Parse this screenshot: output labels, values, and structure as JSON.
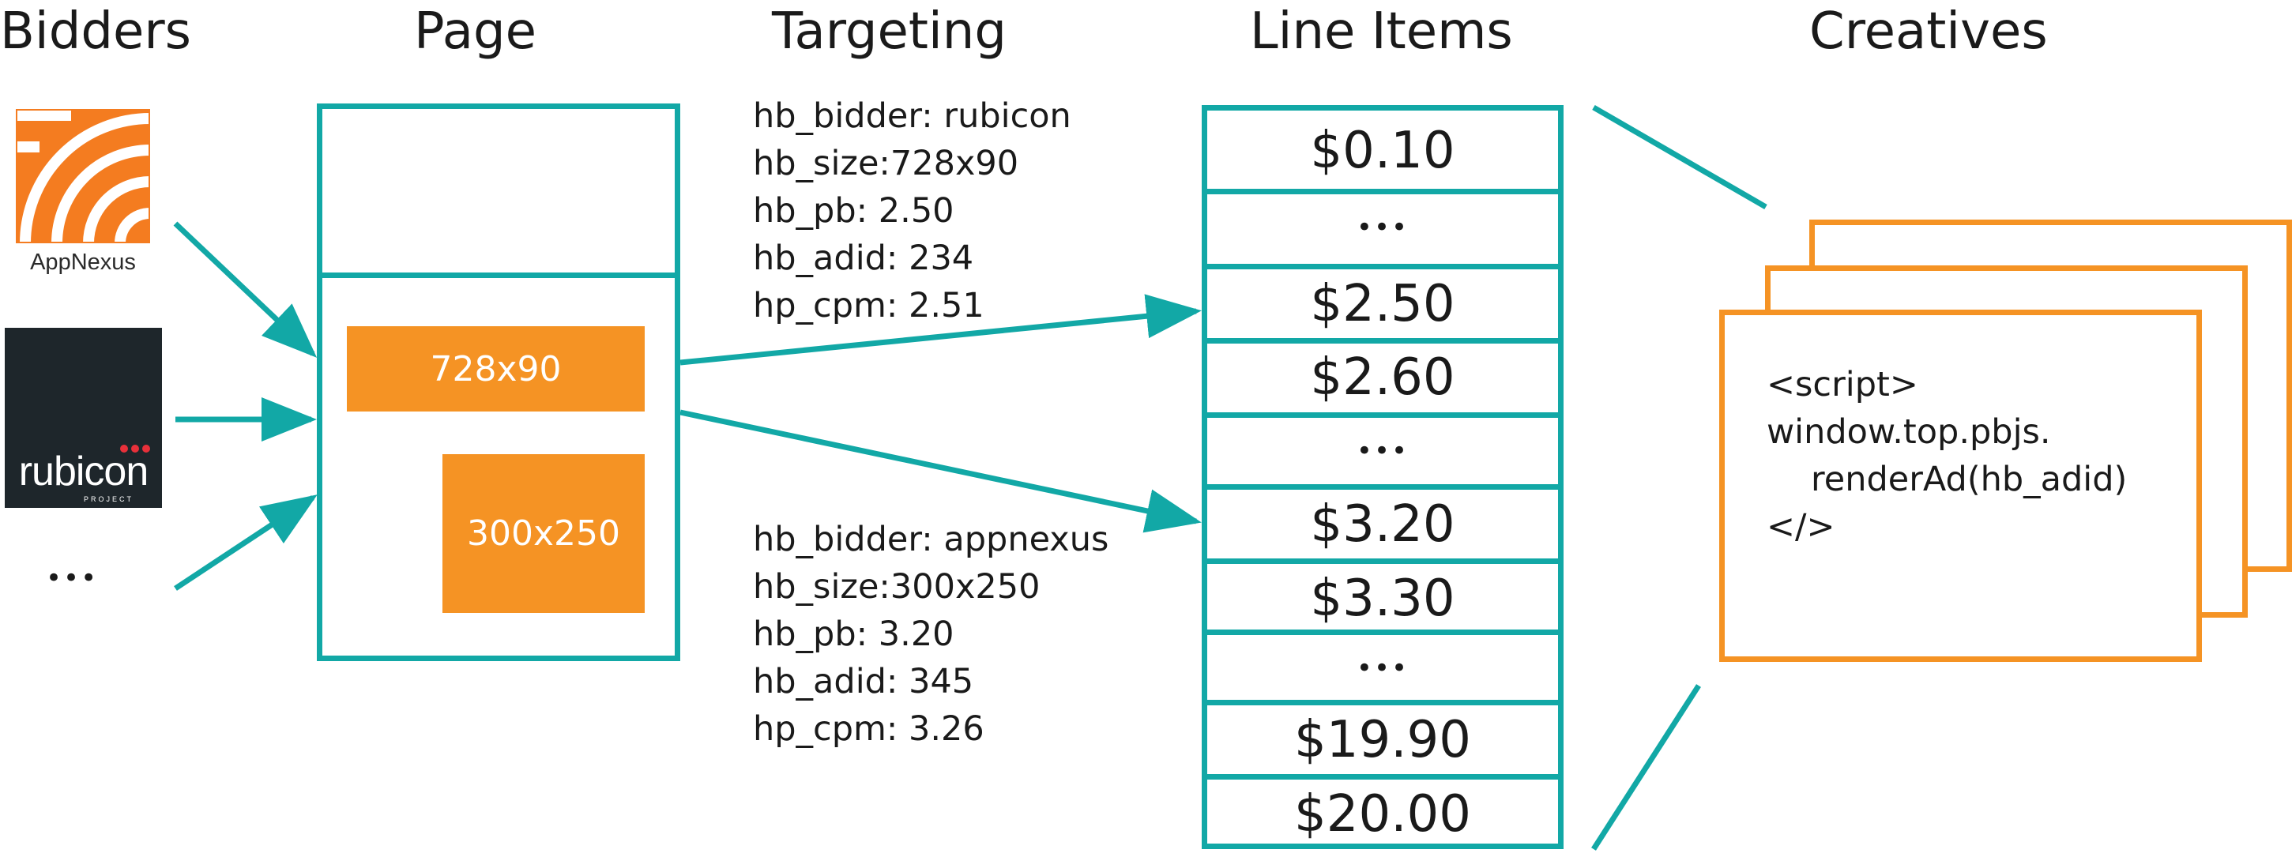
{
  "headings": {
    "bidders": "Bidders",
    "page": "Page",
    "targeting": "Targeting",
    "line_items": "Line Items",
    "creatives": "Creatives"
  },
  "bidders": {
    "appnexus_label": "AppNexus",
    "rubicon_label": "rubicon",
    "rubicon_sub": "PROJECT",
    "more": "•••"
  },
  "page": {
    "ad_leaderboard": "728x90",
    "ad_rectangle": "300x250"
  },
  "targeting": {
    "rubicon": {
      "bidder": "hb_bidder: rubicon",
      "size": "hb_size:728x90",
      "pb": "hb_pb: 2.50",
      "adid": "hb_adid: 234",
      "cpm": "hp_cpm: 2.51"
    },
    "appnexus": {
      "bidder": "hb_bidder: appnexus",
      "size": "hb_size:300x250",
      "pb": "hb_pb: 3.20",
      "adid": "hb_adid: 345",
      "cpm": "hp_cpm: 3.26"
    }
  },
  "line_items": [
    "$0.10",
    "•••",
    "$2.50",
    "$2.60",
    "•••",
    "$3.20",
    "$3.30",
    "•••",
    "$19.90",
    "$20.00"
  ],
  "creative": {
    "line1": "<script>",
    "line2": "window.top.pbjs.",
    "line3": "renderAd(hb_adid)",
    "line4": "</>"
  },
  "colors": {
    "teal": "#12a8a6",
    "orange": "#f59324",
    "appnexus_orange": "#f47c20",
    "rubicon_dark": "#1e262b",
    "rubicon_red": "#e8303a"
  }
}
